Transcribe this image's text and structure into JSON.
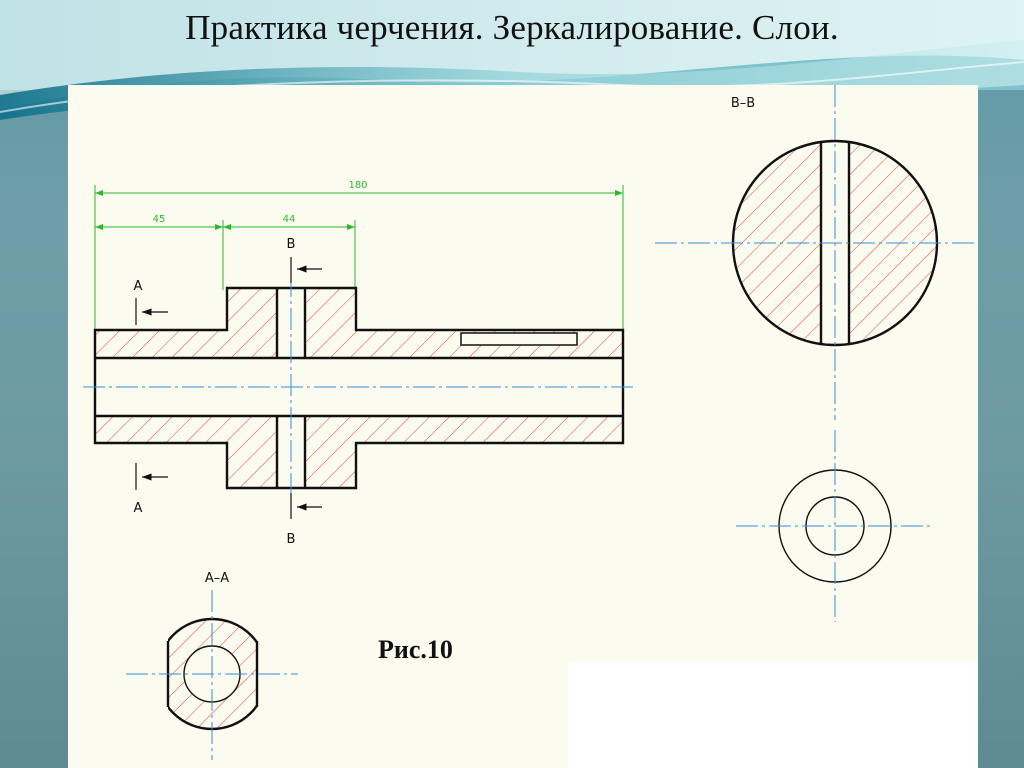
{
  "slide": {
    "title": "Практика черчения.  Зеркалирование. Слои."
  },
  "drawing": {
    "dimensions": {
      "total": "180",
      "left_segment": "45",
      "collar": "44"
    },
    "section_labels": {
      "a_top": "A",
      "a_bottom": "A",
      "b_top": "B",
      "b_bottom": "B",
      "section_bb": "B–B",
      "section_aa": "A–A"
    },
    "caption": "Рис.10",
    "colors": {
      "outline": "#111111",
      "hatch": "#e0403c",
      "centerline": "#3a8fd6",
      "dimension": "#2eb82e",
      "paper": "#fbfbef"
    }
  }
}
